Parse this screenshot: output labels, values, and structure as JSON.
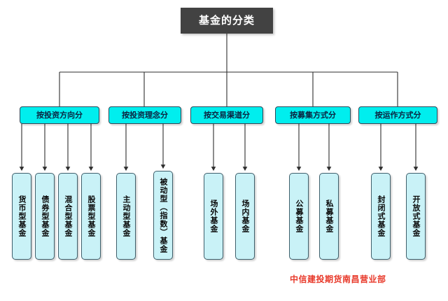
{
  "diagram": {
    "type": "org-chart",
    "root": {
      "label": "基金的分类"
    },
    "categories": [
      {
        "label": "按投资方向分"
      },
      {
        "label": "按投资理念分"
      },
      {
        "label": "按交易渠道分"
      },
      {
        "label": "按募集方式分"
      },
      {
        "label": "按运作方式分"
      }
    ],
    "leaves": [
      {
        "label": "货币型基金"
      },
      {
        "label": "债券型基金"
      },
      {
        "label": "混合型基金"
      },
      {
        "label": "股票型基金"
      },
      {
        "label": "主动型基金"
      },
      {
        "label": "被动型（指数）基金"
      },
      {
        "label": "场外基金"
      },
      {
        "label": "场内基金"
      },
      {
        "label": "公募基金"
      },
      {
        "label": "私募基金"
      },
      {
        "label": "封闭式基金"
      },
      {
        "label": "开放式基金"
      }
    ],
    "footer": {
      "credit": "中信建投期货南昌营业部"
    },
    "colors": {
      "root_fill": "#424242",
      "root_text": "#ffffff",
      "category_fill": "#00eeee",
      "category_text": "#0b2340",
      "leaf_fill": "#c9f2f7",
      "leaf_text": "#0a0a0a",
      "connector": "#2e2e2e",
      "footer_text": "#e8392a",
      "background": "#ffffff"
    }
  }
}
